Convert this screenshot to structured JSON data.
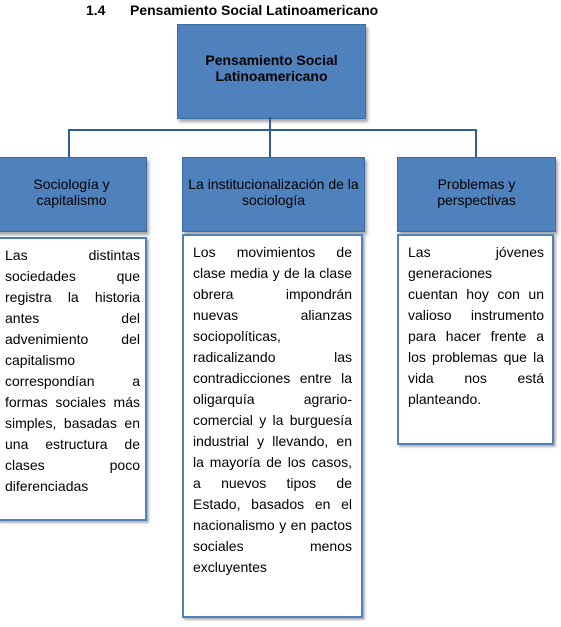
{
  "heading": {
    "number": "1.4",
    "title": "Pensamiento Social Latinoamericano"
  },
  "diagram": {
    "root": "Pensamiento Social Latinoamericano",
    "branches": [
      {
        "title": "Sociología y capitalismo",
        "text": "Las distintas sociedades que registra la historia antes del advenimiento del capitalismo correspondían a formas sociales más simples, basadas en una estructura de clases poco diferenciadas"
      },
      {
        "title": "La institucionalización de la sociología",
        "text": "Los movimientos de clase media y de la clase obrera impondrán nuevas alianzas sociopolíticas, radicalizando las contradicciones entre la oligarquía agrario-comercial y la burguesía industrial y llevando, en la mayoría de los casos, a nuevos tipos de Estado, basados en el nacionalismo y en pactos sociales menos excluyentes"
      },
      {
        "title": "Problemas y perspectivas",
        "text": "Las jóvenes generaciones cuentan hoy con un valioso instrumento para hacer frente a los problemas que la vida nos está planteando."
      }
    ]
  },
  "colors": {
    "box_fill": "#4f81bd",
    "connector": "#2f5f99",
    "card_border": "#4f81bd"
  }
}
